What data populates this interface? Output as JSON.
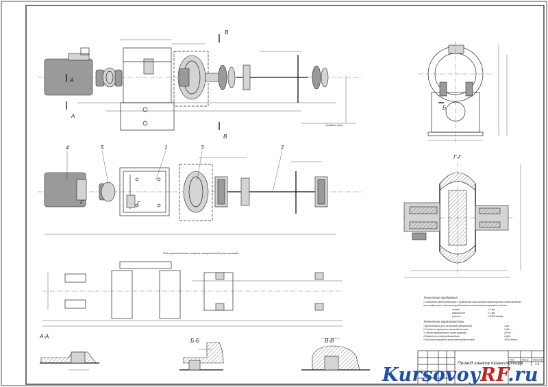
{
  "section_labels": {
    "aa_top": "А",
    "aa_bottom": "А",
    "vv_top": "В",
    "vv_bottom": "В",
    "bb": "Б",
    "g_left": "Г",
    "g_right": "Г",
    "gg_title": "Г-Г",
    "aa_title": "А-А",
    "bb_title": "Б-Б",
    "vv_title": "В-В"
  },
  "position_numbers": [
    "1",
    "2",
    "3",
    "4",
    "5"
  ],
  "frame_plan_title": "План расположения опорных поверхностей узлов привода",
  "technical_requirements": {
    "heading": "Технические требования",
    "item1": "1 Смещение валов редуктора и приводного вала шнеков транспортера, относительно",
    "item1b": "вала редуктора и вала электродвигателя шнеков транспортера не более:",
    "rows": [
      {
        "label": "осевое",
        "value": "1,5 мм"
      },
      {
        "label": "радиальное",
        "value": "0,1 мм"
      },
      {
        "label": "угловое",
        "value": "0,5/100 мм/мм"
      }
    ]
  },
  "technical_characteristics": {
    "heading": "Технические характеристики",
    "rows": [
      {
        "label": "1 Допустимый угол на приводе (двигателе)",
        "value": "1 кН"
      },
      {
        "label": "2 Скорость вращения тихоходного вала",
        "value": "2,48 c⁻¹"
      },
      {
        "label": "3 Общее передаточное число привода",
        "value": "28,5%"
      },
      {
        "label": "4 Мощность электродвигателя",
        "value": "2 кВт"
      },
      {
        "label": "5 Частота вращения вала электродвигателя",
        "value": "1430 об/мин"
      }
    ]
  },
  "title_block": {
    "drawing_title": "Привод шнеков транспортера",
    "sheet_scale": "1:4",
    "header_cols": [
      "Лит.",
      "Масса",
      "Масштаб"
    ]
  },
  "watermark": {
    "part1": "Kursovoy",
    "part2": "RF",
    "part3": ".ru"
  }
}
